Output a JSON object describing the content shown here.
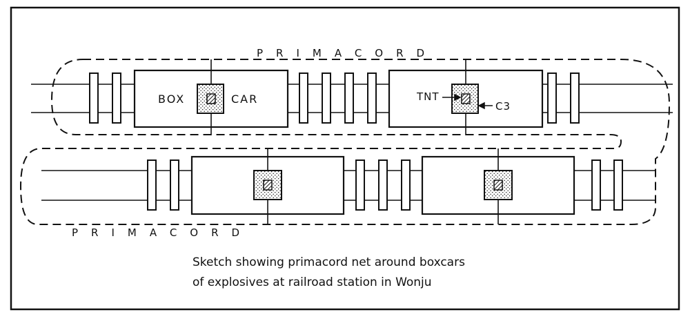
{
  "labels": {
    "primacord_top": "PRIMACORD",
    "primacord_bottom": "PRIMACORD",
    "box": "BOX",
    "car": "CAR",
    "tnt": "TNT",
    "c3": "C3"
  },
  "caption": {
    "line1": "Sketch showing primacord net around boxcars",
    "line2": "of explosives at railroad station in Wonju"
  }
}
